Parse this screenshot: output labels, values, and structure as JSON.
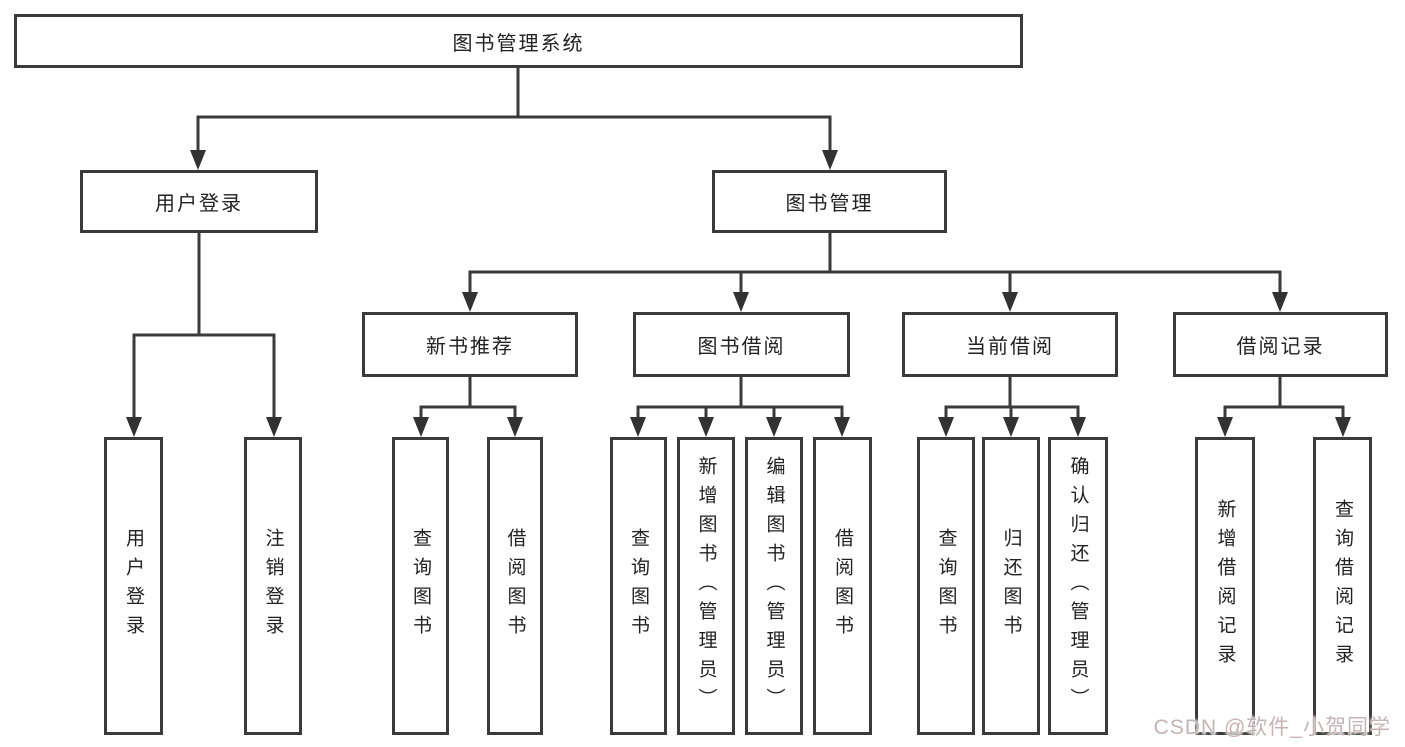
{
  "diagram": {
    "root": {
      "label": "图书管理系统"
    },
    "level2": [
      {
        "id": "user-login",
        "label": "用户登录"
      },
      {
        "id": "book-management",
        "label": "图书管理"
      }
    ],
    "level3": [
      {
        "id": "new-book-recommend",
        "label": "新书推荐"
      },
      {
        "id": "book-borrow",
        "label": "图书借阅"
      },
      {
        "id": "current-borrow",
        "label": "当前借阅"
      },
      {
        "id": "borrow-records",
        "label": "借阅记录"
      }
    ],
    "leaves": [
      {
        "parent": "user-login",
        "label": "用户登录"
      },
      {
        "parent": "user-login",
        "label": "注销登录"
      },
      {
        "parent": "new-book-recommend",
        "label": "查询图书"
      },
      {
        "parent": "new-book-recommend",
        "label": "借阅图书"
      },
      {
        "parent": "book-borrow",
        "label": "查询图书"
      },
      {
        "parent": "book-borrow",
        "label": "新增图书（管理员）"
      },
      {
        "parent": "book-borrow",
        "label": "编辑图书（管理员）"
      },
      {
        "parent": "book-borrow",
        "label": "借阅图书"
      },
      {
        "parent": "current-borrow",
        "label": "查询图书"
      },
      {
        "parent": "current-borrow",
        "label": "归还图书"
      },
      {
        "parent": "current-borrow",
        "label": "确认归还（管理员）"
      },
      {
        "parent": "borrow-records",
        "label": "新增借阅记录"
      },
      {
        "parent": "borrow-records",
        "label": "查询借阅记录"
      }
    ]
  },
  "watermark": {
    "text": "CSDN @软件_小贺同学"
  },
  "colors": {
    "line": "#3a3a3a",
    "border": "#3a3a3a",
    "text": "#222222",
    "background": "#ffffff",
    "watermark": "#c6b3b3"
  }
}
